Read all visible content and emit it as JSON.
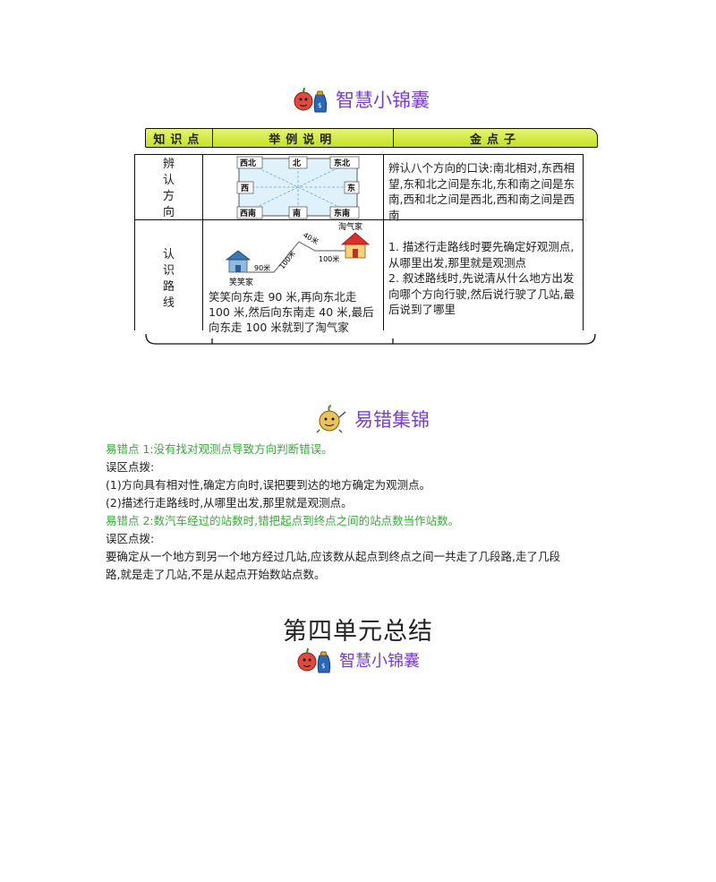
{
  "section1": {
    "title": "智慧小锦囊"
  },
  "table": {
    "headers": [
      "知识点",
      "举例说明",
      "金点子"
    ],
    "rows": [
      {
        "topic": [
          "辨",
          "认",
          "方",
          "向"
        ],
        "directions": [
          "西北",
          "北",
          "东北",
          "西",
          "东",
          "西南",
          "南",
          "东南"
        ],
        "tip": "辨认八个方向的口诀:南北相对,东西相望,东和北之间是东北,东和南之间是东南,西和北之间是西北,西和南之间是西南"
      },
      {
        "topic": [
          "认",
          "识",
          "路",
          "线"
        ],
        "map_labels": {
          "start": "笑笑家",
          "end": "淘气家",
          "seg1": "90米",
          "seg2": "100米",
          "seg3": "40米",
          "seg4": "100米"
        },
        "example": "笑笑向东走 90 米,再向东北走 100 米,然后向东南走 40 米,最后向东走 100 米就到了淘气家",
        "tip": "1. 描述行走路线时要先确定好观测点,从哪里出发,那里就是观测点\n2. 叙述路线时,先说清从什么地方出发向哪个方向行驶,然后说行驶了几站,最后说到了哪里"
      }
    ]
  },
  "section2": {
    "title": "易错集锦",
    "lines": [
      {
        "text": "易错点 1:没有找对观测点导致方向判断错误。",
        "color": "#3aa83a"
      },
      {
        "text": "误区点拨:",
        "color": "#222222"
      },
      {
        "text": "(1)方向具有相对性,确定方向时,误把要到达的地方确定为观测点。",
        "color": "#222222"
      },
      {
        "text": "(2)描述行走路线时,从哪里出发,那里就是观测点。",
        "color": "#222222"
      },
      {
        "text": "易错点 2:数汽车经过的站数时,错把起点到终点之间的站点数当作站数。",
        "color": "#3aa83a"
      },
      {
        "text": "误区点拨:",
        "color": "#222222"
      },
      {
        "text": "要确定从一个地方到另一个地方经过几站,应该数从起点到终点之间一共走了几段路,走了几段",
        "color": "#222222"
      },
      {
        "text": "路,就是走了几站,不是从起点开始数站点数。",
        "color": "#222222"
      }
    ]
  },
  "unit_title": "第四单元总结",
  "section3": {
    "title": "智慧小锦囊"
  },
  "icons": {
    "mascot1": "apple-bag-mascot-icon",
    "mascot2": "onion-mascot-icon"
  }
}
